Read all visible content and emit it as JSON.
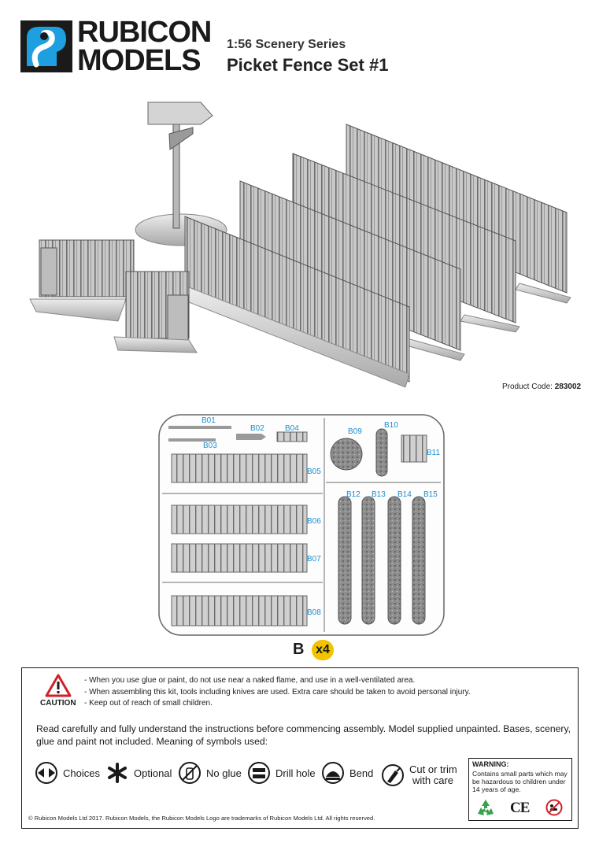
{
  "header": {
    "brand_line1": "RUBICON",
    "brand_line2": "MODELS",
    "series": "1:56 Scenery Series",
    "title": "Picket Fence Set #1"
  },
  "product": {
    "code_label": "Product Code:",
    "code_value": "283002"
  },
  "sprue": {
    "letter": "B",
    "quantity": "x4",
    "part_labels": [
      "B01",
      "B02",
      "B03",
      "B04",
      "B05",
      "B06",
      "B07",
      "B08",
      "B09",
      "B10",
      "B11",
      "B12",
      "B13",
      "B14",
      "B15"
    ]
  },
  "caution": {
    "label": "CAUTION",
    "lines": [
      "- When you use glue or paint, do not use near a naked flame, and use in a well-ventilated area.",
      "- When assembling this kit, tools including knives are used.  Extra care should be taken to avoid personal injury.",
      "- Keep out of reach of small children."
    ]
  },
  "instructions": "Read carefully and fully understand the instructions before commencing assembly.  Model supplied unpainted.  Bases, scenery, glue and paint not included.  Meaning of symbols used:",
  "symbols": [
    {
      "icon": "choices-icon",
      "label": "Choices"
    },
    {
      "icon": "optional-asterisk-icon",
      "label": "Optional"
    },
    {
      "icon": "no-glue-icon",
      "label": "No glue"
    },
    {
      "icon": "drill-hole-icon",
      "label": "Drill hole"
    },
    {
      "icon": "bend-icon",
      "label": "Bend"
    },
    {
      "icon": "cut-or-trim-icon",
      "label_line1": "Cut or trim",
      "label_line2": "with care"
    }
  ],
  "warning": {
    "title": "WARNING:",
    "text": "Contains small parts which may be hazardous to children under 14 years of age.",
    "ce": "CE"
  },
  "footer": {
    "copyright": "© Rubicon Models Ltd  2017.  Rubicon Models, the Rubicon Models Logo are trademarks of Rubicon Models Ltd.  All rights reserved."
  },
  "colors": {
    "sprue_label_blue": "#1a8fd0",
    "quantity_badge": "#f2c300",
    "caution_red": "#d0202a",
    "logo_blue": "#1ea0e0"
  }
}
